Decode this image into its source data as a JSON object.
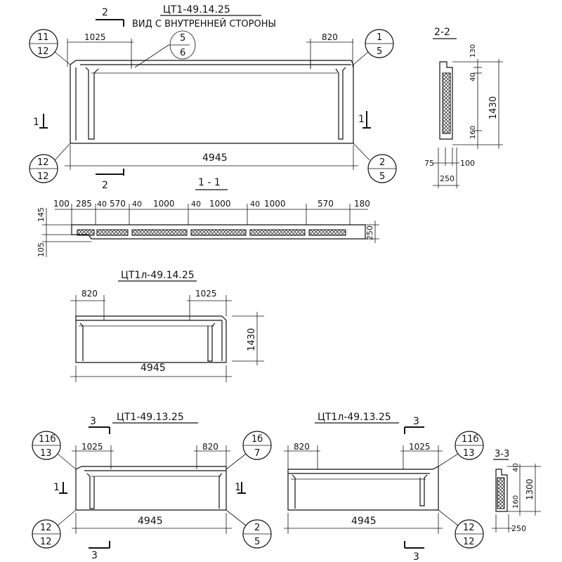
{
  "drawing": {
    "view_note": "ВИД С ВНУТРЕННЕЙ СТОРОНЫ",
    "main": {
      "title": "ЦТ1-49.14.25",
      "dim_left": "1025",
      "dim_right": "820",
      "dim_length": "4945",
      "tag_top_left": [
        "11",
        "12"
      ],
      "tag_top_right": [
        "1",
        "5"
      ],
      "tag_bottom_left": [
        "12",
        "12"
      ],
      "tag_bottom_right": [
        "2",
        "5"
      ],
      "tag_detail": [
        "5",
        "6"
      ],
      "section_mark_1": "1",
      "section_mark_2": "2"
    },
    "section_1_1": {
      "title": "1 - 1",
      "dims": [
        "100",
        "285",
        "40",
        "570",
        "40",
        "1000",
        "40",
        "1000",
        "40",
        "1000",
        "570",
        "180"
      ],
      "dim_145": "145",
      "dim_105": "105",
      "dim_250": "250"
    },
    "section_2_2": {
      "title": "2-2",
      "dim_130": "130",
      "dim_40": "40",
      "dim_1430": "1430",
      "dim_160": "160",
      "dim_75": "75",
      "dim_100": "100",
      "dim_250": "250"
    },
    "panel_l": {
      "title": "ЦТ1л-49.14.25",
      "dim_left": "820",
      "dim_right": "1025",
      "dim_height": "1430",
      "dim_length": "4945"
    },
    "panel_13": {
      "title": "ЦТ1-49.13.25",
      "section_mark": "3",
      "dim_left": "1025",
      "dim_right": "820",
      "dim_length": "4945",
      "mark_1": "1",
      "tag_top_left": [
        "11б",
        "13"
      ],
      "tag_top_right": [
        "1б",
        "7"
      ],
      "tag_bottom_left": [
        "12",
        "12"
      ],
      "tag_bottom_right": [
        "2",
        "5"
      ]
    },
    "panel_13l": {
      "title": "ЦТ1л-49.13.25",
      "section_mark": "3",
      "dim_left": "820",
      "dim_right": "1025",
      "dim_length": "4945",
      "tag_top_right": [
        "11б",
        "13"
      ],
      "tag_bottom_right": [
        "12",
        "12"
      ]
    },
    "section_3_3": {
      "title": "3-3",
      "dim_40": "40",
      "dim_1300": "1300",
      "dim_160": "160",
      "dim_250": "250"
    }
  }
}
